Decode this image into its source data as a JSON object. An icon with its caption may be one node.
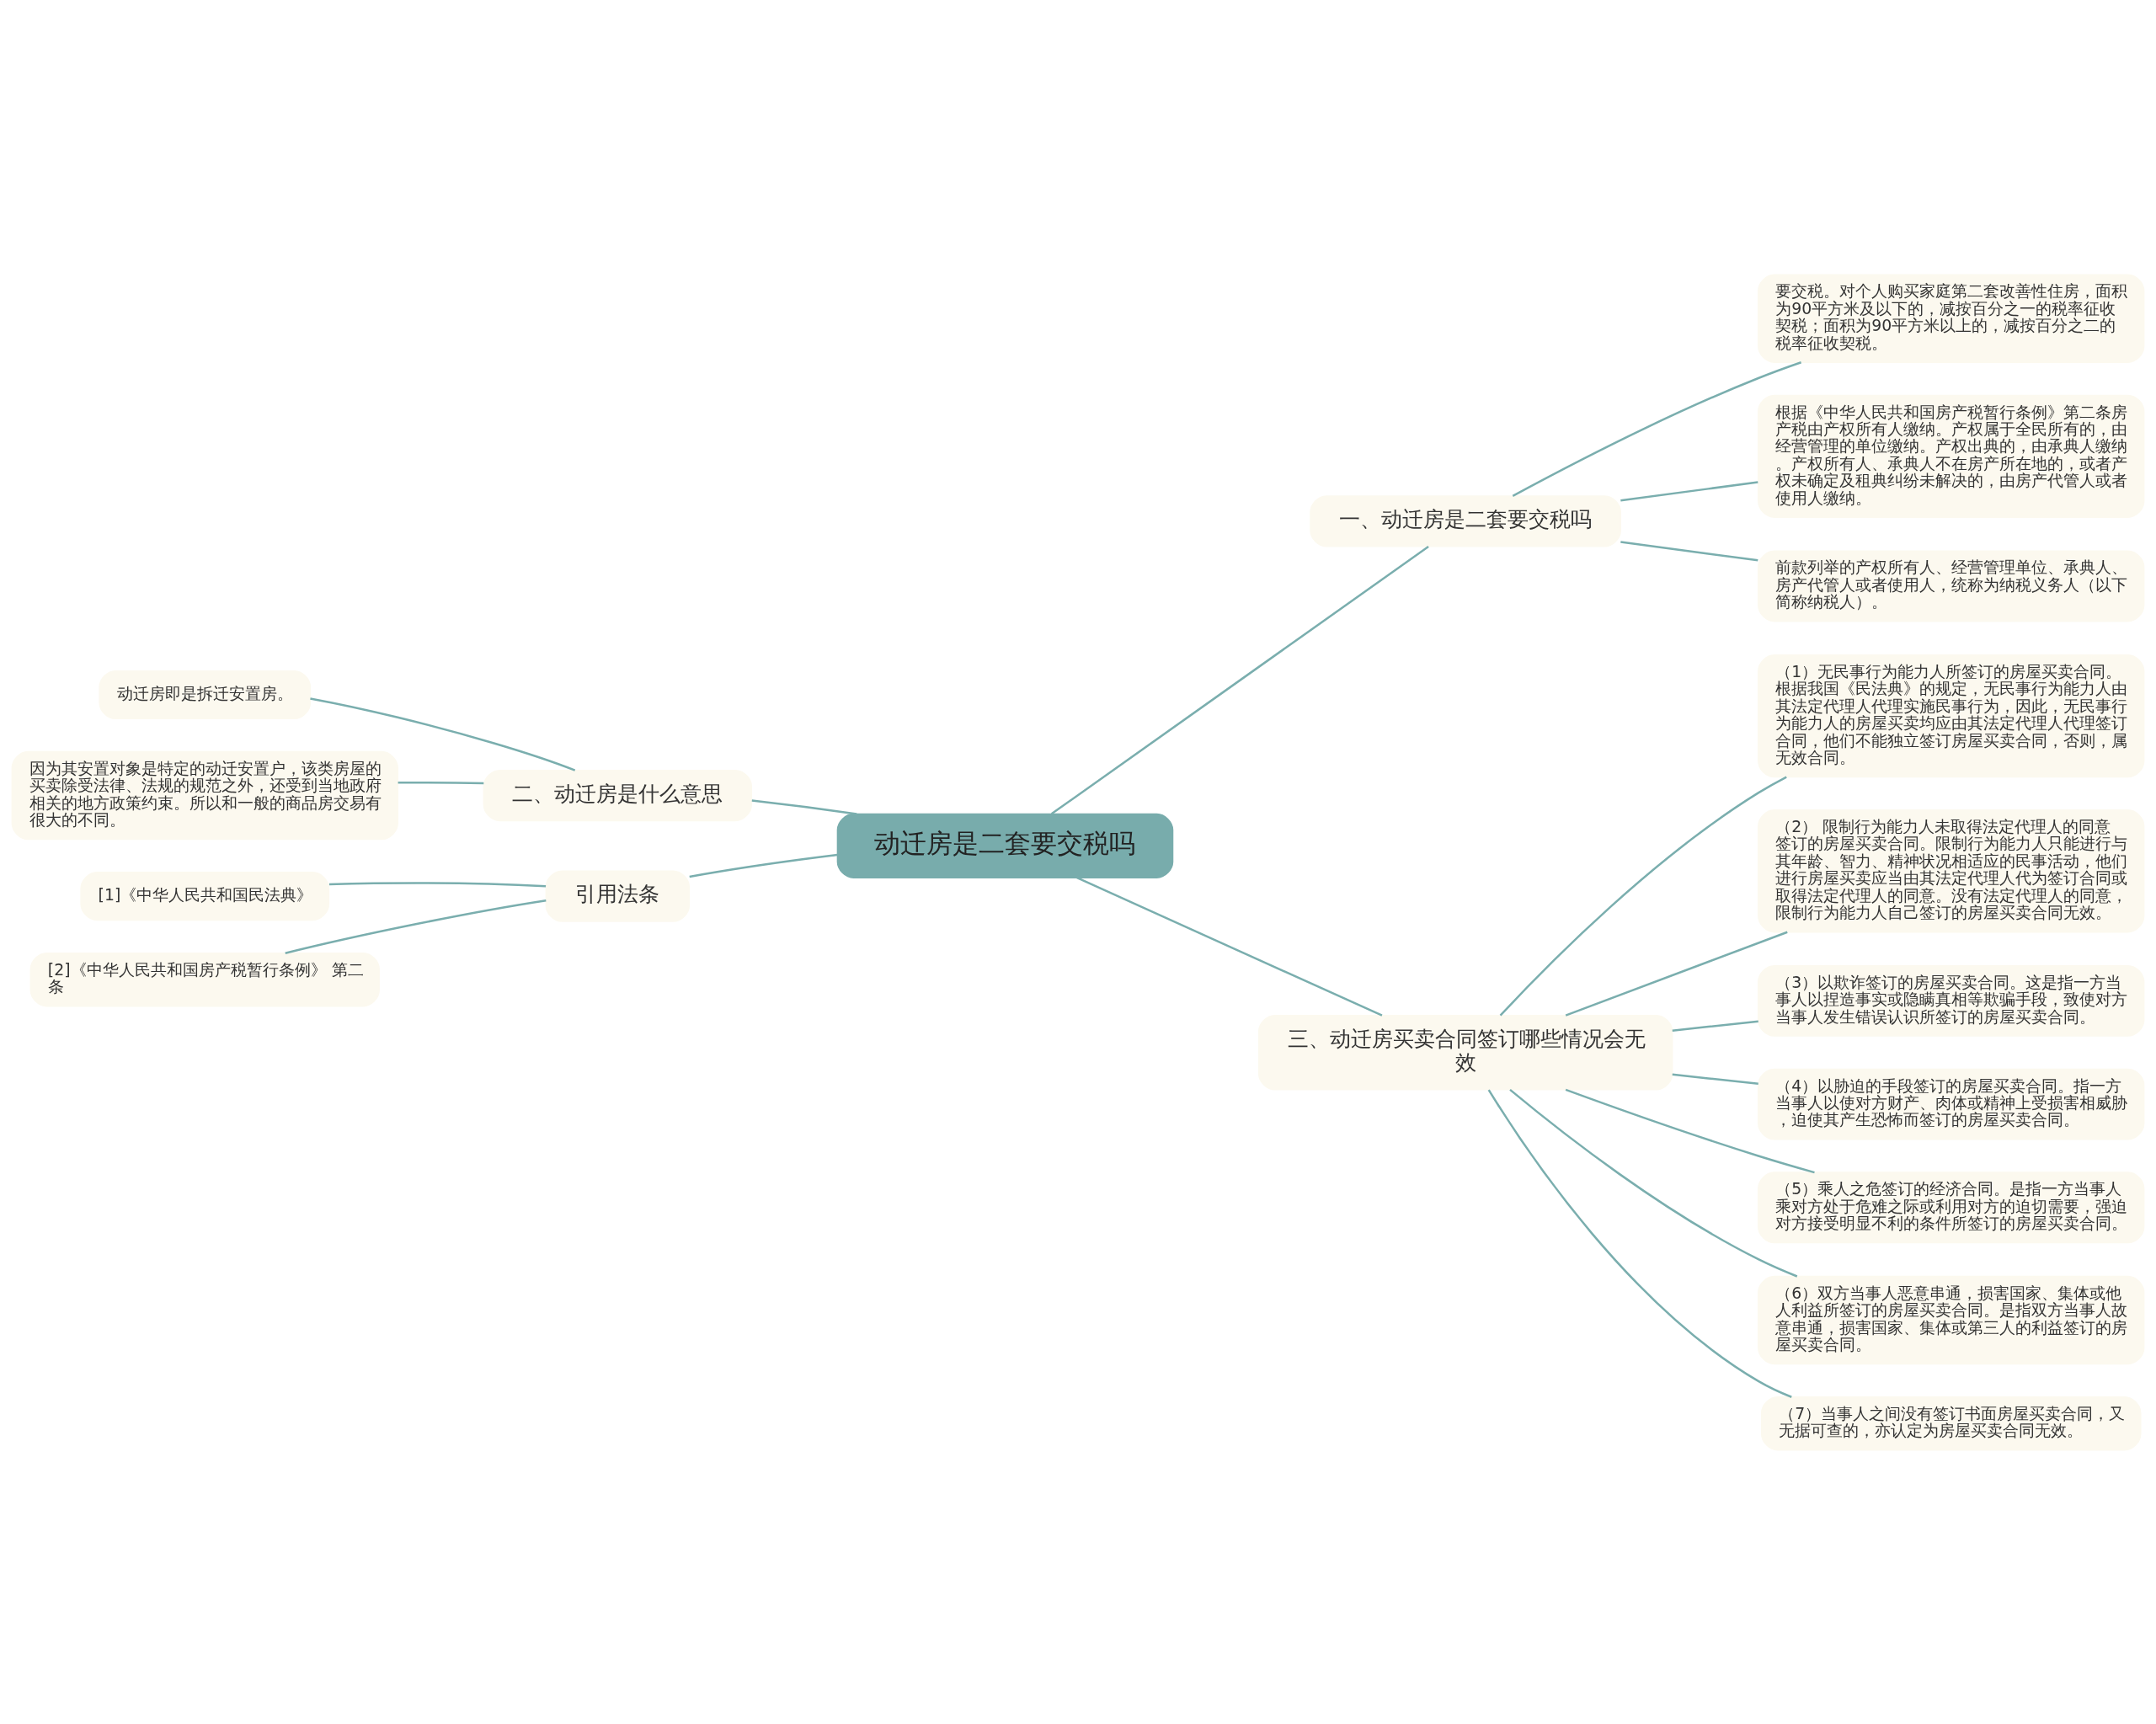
{
  "diagram": {
    "nodes": [
      {
        "text": [
          "动迁房是二套要交税吗"
        ]
      },
      {
        "text": [
          "一、动迁房是二套要交税吗"
        ]
      },
      {
        "text": [
          "要交税。对个人购买家庭第二套改善性住房，面积为90平方米及以下的，减按百分之一的税率征收契税；面积为90平方米以上的，减按百分之二的税率征收契税。"
        ]
      },
      {
        "text": [
          "根据《中华人民共和国房产税暂行条例》第二条房产税由产权所有人缴纳。产权属于全民所有的，由经营管理的单位缴纳。产权出典的，由承典人缴纳。产权所有人、承典人不在房产所在地的，或者产权未确定及租典纠纷未解决的，由房产代管人或者使用人缴纳。"
        ]
      },
      {
        "text": [
          "前款列举的产权所有人、经营管理单位、承典人、房产代管人或者使用人，统称为纳税义务人（以下简称纳税人）。"
        ]
      },
      {
        "text": [
          "二、动迁房是什么意思"
        ]
      },
      {
        "text": [
          "动迁房即是拆迁安置房。"
        ]
      },
      {
        "text": [
          "因为其安置对象是特定的动迁安置户，该类房屋的买卖除受法律、法规的规范之外，还受到当地政府相关的地方政策约束。所以和一般的商品房交易有很大的不同。"
        ]
      },
      {
        "text": [
          "引用法条"
        ]
      },
      {
        "text": [
          "[1]《中华人民共和国民法典》"
        ]
      },
      {
        "text": [
          "[2]《中华人民共和国房产税暂行条例》 第二条"
        ]
      },
      {
        "text": [
          "三、动迁房买卖合同签订哪些情况会无效"
        ]
      },
      {
        "text": [
          "（1）无民事行为能力人所签订的房屋买卖合同。根据我国《民法典》的规定，无民事行为能力人由其法定代理人代理实施民事行为，因此，无民事行为能力人的房屋买卖均应由其法定代理人代理签订合同，他们不能独立签订房屋买卖合同，否则，属无效合同。"
        ]
      },
      {
        "text": [
          "（2） 限制行为能力人未取得法定代理人的同意签订的房屋买卖合同。限制行为能力人只能进行与其年龄、智力、精神状况相适应的民事活动，他们进行房屋买卖应当由其法定代理人代为签订合同或取得法定代理人的同意。没有法定代理人的同意，限制行为能力人自己签订的房屋买卖合同无效。"
        ]
      },
      {
        "text": [
          "（3）以欺诈签订的房屋买卖合同。这是指一方当事人以捏造事实或隐瞒真相等欺骗手段，致使对方当事人发生错误认识所签订的房屋买卖合同。"
        ]
      },
      {
        "text": [
          "（4）以胁迫的手段签订的房屋买卖合同。指一方当事人以使对方财产、肉体或精神上受损害相威胁，迫使其产生恐怖而签订的房屋买卖合同。"
        ]
      },
      {
        "text": [
          "（5）乘人之危签订的经济合同。是指一方当事人乘对方处于危难之际或利用对方的迫切需要，强迫对方接受明显不利的条件所签订的房屋买卖合同。"
        ]
      },
      {
        "text": [
          "（6）双方当事人恶意串通，损害国家、集体或他人利益所签订的房屋买卖合同。是指双方当事人故意串通，损害国家、集体或第三人的利益签订的房屋买卖合同。"
        ]
      },
      {
        "text": [
          "（7）当事人之间没有签订书面房屋买卖合同，又无据可查的，亦认定为房屋买卖合同无效。"
        ]
      }
    ],
    "edges": [
      {
        "from": 0,
        "to": 1,
        "arrow": "none"
      },
      {
        "from": 1,
        "to": 2,
        "arrow": "none"
      },
      {
        "from": 1,
        "to": 3,
        "arrow": "none"
      },
      {
        "from": 1,
        "to": 4,
        "arrow": "none"
      },
      {
        "from": 0,
        "to": 5,
        "arrow": "none"
      },
      {
        "from": 5,
        "to": 6,
        "arrow": "none"
      },
      {
        "from": 5,
        "to": 7,
        "arrow": "none"
      },
      {
        "from": 0,
        "to": 8,
        "arrow": "none"
      },
      {
        "from": 8,
        "to": 9,
        "arrow": "none"
      },
      {
        "from": 8,
        "to": 10,
        "arrow": "none"
      },
      {
        "from": 0,
        "to": 11,
        "arrow": "none"
      },
      {
        "from": 11,
        "to": 12,
        "arrow": "none"
      },
      {
        "from": 11,
        "to": 13,
        "arrow": "none"
      },
      {
        "from": 11,
        "to": 14,
        "arrow": "none"
      },
      {
        "from": 11,
        "to": 15,
        "arrow": "none"
      },
      {
        "from": 11,
        "to": 16,
        "arrow": "none"
      },
      {
        "from": 11,
        "to": 17,
        "arrow": "none"
      },
      {
        "from": 11,
        "to": 18,
        "arrow": "none"
      }
    ]
  }
}
